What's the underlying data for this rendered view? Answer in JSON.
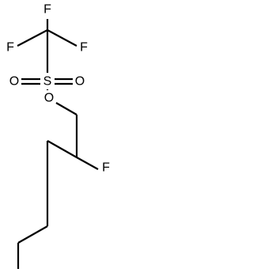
{
  "molecule": {
    "atoms": {
      "f_top": "F",
      "f_left": "F",
      "f_right": "F",
      "sulfur": "S",
      "oxygen_left": "O",
      "oxygen_right": "O",
      "oxygen_ester": "O",
      "f_chain": "F"
    }
  }
}
